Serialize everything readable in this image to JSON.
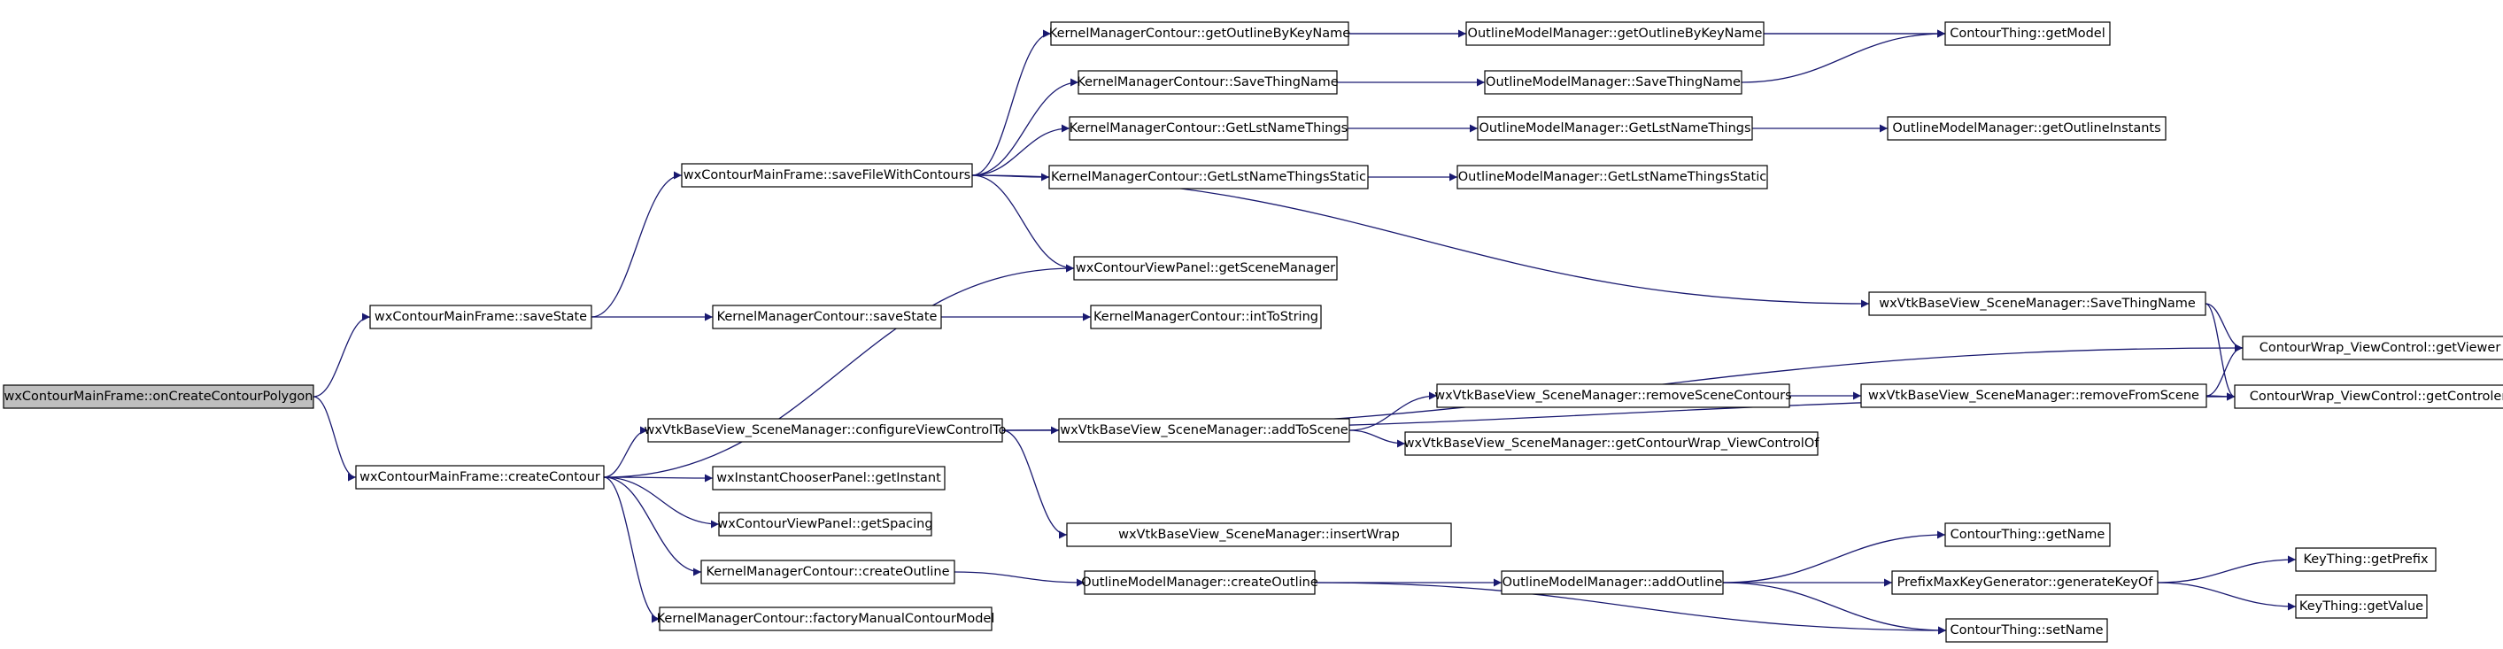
{
  "diagram": {
    "type": "call-graph",
    "colors": {
      "edge": "#191970",
      "root_fill": "#bfbfbf",
      "node_fill": "#ffffff",
      "node_border": "#000000"
    },
    "nodes": [
      {
        "id": "n0",
        "label": "wxContourMainFrame::onCreateContourPolygon",
        "root": true
      },
      {
        "id": "n1",
        "label": "wxContourMainFrame::saveState"
      },
      {
        "id": "n2",
        "label": "wxContourMainFrame::createContour"
      },
      {
        "id": "n3",
        "label": "wxContourMainFrame::saveFileWithContours"
      },
      {
        "id": "n4",
        "label": "KernelManagerContour::saveState"
      },
      {
        "id": "n5",
        "label": "KernelManagerContour::getOutlineByKeyName"
      },
      {
        "id": "n6",
        "label": "KernelManagerContour::SaveThingName"
      },
      {
        "id": "n7",
        "label": "KernelManagerContour::GetLstNameThings"
      },
      {
        "id": "n8",
        "label": "KernelManagerContour::GetLstNameThingsStatic"
      },
      {
        "id": "n9",
        "label": "wxContourViewPanel::getSceneManager"
      },
      {
        "id": "n10",
        "label": "KernelManagerContour::intToString"
      },
      {
        "id": "n11",
        "label": "wxVtkBaseView_SceneManager::configureViewControlTo"
      },
      {
        "id": "n12",
        "label": "wxInstantChooserPanel::getInstant"
      },
      {
        "id": "n13",
        "label": "wxContourViewPanel::getSpacing"
      },
      {
        "id": "n14",
        "label": "KernelManagerContour::createOutline"
      },
      {
        "id": "n15",
        "label": "KernelManagerContour::factoryManualContourModel"
      },
      {
        "id": "n16",
        "label": "wxVtkBaseView_SceneManager::addToScene"
      },
      {
        "id": "n17",
        "label": "wxVtkBaseView_SceneManager::insertWrap"
      },
      {
        "id": "n18",
        "label": "OutlineModelManager::createOutline"
      },
      {
        "id": "n19",
        "label": "OutlineModelManager::getOutlineByKeyName"
      },
      {
        "id": "n20",
        "label": "OutlineModelManager::SaveThingName"
      },
      {
        "id": "n21",
        "label": "OutlineModelManager::GetLstNameThings"
      },
      {
        "id": "n22",
        "label": "OutlineModelManager::GetLstNameThingsStatic"
      },
      {
        "id": "n23",
        "label": "wxVtkBaseView_SceneManager::SaveThingName"
      },
      {
        "id": "n24",
        "label": "wxVtkBaseView_SceneManager::removeSceneContours"
      },
      {
        "id": "n25",
        "label": "wxVtkBaseView_SceneManager::getContourWrap_ViewControlOf"
      },
      {
        "id": "n26",
        "label": "OutlineModelManager::addOutline"
      },
      {
        "id": "n27",
        "label": "ContourThing::getModel"
      },
      {
        "id": "n28",
        "label": "OutlineModelManager::getOutlineInstants"
      },
      {
        "id": "n29",
        "label": "wxVtkBaseView_SceneManager::removeFromScene"
      },
      {
        "id": "n30",
        "label": "ContourThing::getName"
      },
      {
        "id": "n31",
        "label": "PrefixMaxKeyGenerator::generateKeyOf"
      },
      {
        "id": "n32",
        "label": "ContourThing::setName"
      },
      {
        "id": "n33",
        "label": "ContourWrap_ViewControl::getViewer"
      },
      {
        "id": "n34",
        "label": "ContourWrap_ViewControl::getControler"
      },
      {
        "id": "n35",
        "label": "KeyThing::getPrefix"
      },
      {
        "id": "n36",
        "label": "KeyThing::getValue"
      }
    ],
    "edges": [
      [
        "n0",
        "n1"
      ],
      [
        "n0",
        "n2"
      ],
      [
        "n1",
        "n3"
      ],
      [
        "n1",
        "n4"
      ],
      [
        "n3",
        "n5"
      ],
      [
        "n3",
        "n6"
      ],
      [
        "n3",
        "n7"
      ],
      [
        "n3",
        "n8"
      ],
      [
        "n3",
        "n9"
      ],
      [
        "n3",
        "n23"
      ],
      [
        "n4",
        "n10"
      ],
      [
        "n2",
        "n9"
      ],
      [
        "n2",
        "n11"
      ],
      [
        "n2",
        "n12"
      ],
      [
        "n2",
        "n13"
      ],
      [
        "n2",
        "n14"
      ],
      [
        "n2",
        "n15"
      ],
      [
        "n5",
        "n19"
      ],
      [
        "n5",
        "n27"
      ],
      [
        "n6",
        "n20"
      ],
      [
        "n7",
        "n21"
      ],
      [
        "n8",
        "n22"
      ],
      [
        "n19",
        "n27"
      ],
      [
        "n20",
        "n27"
      ],
      [
        "n21",
        "n28"
      ],
      [
        "n23",
        "n33"
      ],
      [
        "n23",
        "n34"
      ],
      [
        "n11",
        "n33"
      ],
      [
        "n11",
        "n16"
      ],
      [
        "n11",
        "n34"
      ],
      [
        "n11",
        "n17"
      ],
      [
        "n16",
        "n24"
      ],
      [
        "n16",
        "n25"
      ],
      [
        "n24",
        "n29"
      ],
      [
        "n29",
        "n33"
      ],
      [
        "n29",
        "n34"
      ],
      [
        "n14",
        "n18"
      ],
      [
        "n18",
        "n26"
      ],
      [
        "n18",
        "n32"
      ],
      [
        "n26",
        "n30"
      ],
      [
        "n26",
        "n31"
      ],
      [
        "n26",
        "n32"
      ],
      [
        "n31",
        "n35"
      ],
      [
        "n31",
        "n36"
      ]
    ]
  }
}
